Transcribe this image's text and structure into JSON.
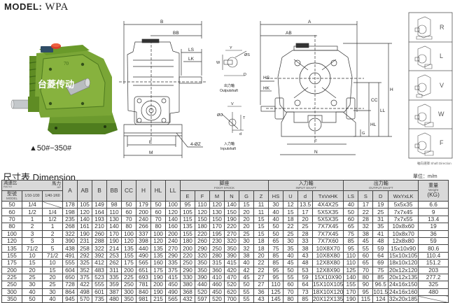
{
  "header": {
    "model_label": "MODEL:",
    "model_value": "WPA",
    "photo_watermark": "台菱传动",
    "range_label": "▲50#−350#"
  },
  "drawing": {
    "side_view_labels": [
      "B",
      "BB",
      "LS",
      "LK",
      "E",
      "M",
      "4-ØZ"
    ],
    "front_view_labels": [
      "A",
      "AB",
      "HS",
      "HK",
      "H",
      "CC",
      "LL",
      "HL",
      "G",
      "F",
      "N"
    ],
    "output_shaft": {
      "labels": [
        "Y",
        "W",
        "ØS",
        "D"
      ],
      "caption_zh": "出力軸",
      "caption_en": "Outputshaft"
    },
    "input_shaft": {
      "labels": [
        "V",
        "ØU",
        "T",
        "d"
      ],
      "caption_zh": "入力軸",
      "caption_en": "Inputshaft"
    },
    "shaft_direction": {
      "options": [
        "R",
        "L",
        "V",
        "W",
        "F"
      ],
      "caption": "軸向選擇  Shaft Direction"
    }
  },
  "dimension": {
    "title": "尺寸表  Dimension",
    "unit": "單位：m/m",
    "headers": {
      "ratio_zh": "減速比",
      "ratio_en": "RATIO",
      "hp_zh": "馬力",
      "hp_en": "HP",
      "model_zh": "型號",
      "model_en": "MODEL",
      "ratio_range_1": "1/10-1/30",
      "ratio_range_2": "1/40-1/60",
      "cols_main": [
        "A",
        "AB",
        "B",
        "BB",
        "CC",
        "H",
        "HL",
        "LL"
      ],
      "footstock_zh": "脚座",
      "footstock_en": "FOOT STOCK",
      "cols_foot": [
        "E",
        "F",
        "M",
        "N",
        "G",
        "Z"
      ],
      "input_zh": "入力軸",
      "input_en": "INPUT SHAFT",
      "cols_input": [
        "HS",
        "U",
        "d",
        "TxVxHK"
      ],
      "output_zh": "出力軸",
      "output_en": "OUTPUT SHAFT",
      "cols_output": [
        "LS",
        "S",
        "D",
        "WxYxLK"
      ],
      "weight_zh": "重量",
      "weight_en": "Weight",
      "weight_unit": "(KG)"
    },
    "rows": [
      [
        "50",
        "1/4",
        "",
        "178",
        "105",
        "149",
        "98",
        "50",
        "179",
        "50",
        "100",
        "95",
        "110",
        "120",
        "140",
        "15",
        "11",
        "30",
        "12",
        "13.5",
        "4X4X25",
        "40",
        "17",
        "19",
        "5x5x35",
        "6.6"
      ],
      [
        "60",
        "1/2",
        "1/4",
        "198",
        "120",
        "164",
        "110",
        "60",
        "200",
        "60",
        "120",
        "105",
        "120",
        "130",
        "150",
        "20",
        "11",
        "40",
        "15",
        "17",
        "5X5X35",
        "50",
        "22",
        "25",
        "7x7x45",
        "9"
      ],
      [
        "70",
        "1",
        "1/2",
        "235",
        "140",
        "193",
        "130",
        "70",
        "240",
        "70",
        "140",
        "115",
        "150",
        "150",
        "190",
        "20",
        "15",
        "40",
        "18",
        "20",
        "5X5X35",
        "60",
        "28",
        "31",
        "7x7x55",
        "13.4"
      ],
      [
        "80",
        "2",
        "1",
        "268",
        "161",
        "210",
        "140",
        "80",
        "266",
        "80",
        "160",
        "135",
        "180",
        "170",
        "220",
        "20",
        "15",
        "50",
        "22",
        "25",
        "7X7X45",
        "65",
        "32",
        "35",
        "10x8x60",
        "19"
      ],
      [
        "100",
        "3",
        "2",
        "322",
        "190",
        "260",
        "170",
        "100",
        "337",
        "100",
        "200",
        "155",
        "220",
        "195",
        "270",
        "25",
        "15",
        "50",
        "25",
        "28",
        "7X7X45",
        "75",
        "38",
        "41",
        "10x8x70",
        "36"
      ],
      [
        "120",
        "5",
        "3",
        "390",
        "231",
        "288",
        "190",
        "120",
        "398",
        "120",
        "240",
        "180",
        "260",
        "230",
        "320",
        "30",
        "18",
        "65",
        "30",
        "33",
        "7X7X60",
        "85",
        "45",
        "48",
        "12x8x80",
        "59"
      ],
      [
        "135",
        "71/2",
        "5",
        "438",
        "258",
        "322",
        "214",
        "135",
        "440",
        "135",
        "270",
        "200",
        "290",
        "250",
        "350",
        "32",
        "18",
        "75",
        "35",
        "38",
        "10X8X70",
        "95",
        "55",
        "59",
        "15x10x90",
        "80.6"
      ],
      [
        "155",
        "10",
        "71/2",
        "491",
        "292",
        "392",
        "253",
        "155",
        "490",
        "135",
        "290",
        "220",
        "320",
        "280",
        "390",
        "38",
        "20",
        "85",
        "40",
        "43",
        "10X8X80",
        "110",
        "60",
        "64",
        "15x10x105",
        "110.4"
      ],
      [
        "175",
        "15",
        "10",
        "555",
        "325",
        "412",
        "262",
        "175",
        "565",
        "160",
        "335",
        "250",
        "350",
        "315",
        "415",
        "40",
        "22",
        "85",
        "45",
        "48",
        "12X8X80",
        "110",
        "65",
        "69",
        "18x10x120",
        "151.2"
      ],
      [
        "200",
        "20",
        "15",
        "604",
        "352",
        "483",
        "311",
        "200",
        "651",
        "175",
        "375",
        "290",
        "350",
        "360",
        "420",
        "42",
        "22",
        "95",
        "50",
        "53",
        "12X8X90",
        "125",
        "70",
        "75",
        "20x12x120",
        "203"
      ],
      [
        "225",
        "25",
        "20",
        "650",
        "375",
        "523",
        "335",
        "225",
        "693",
        "190",
        "415",
        "330",
        "390",
        "410",
        "470",
        "45",
        "27",
        "95",
        "55",
        "59",
        "15X10X90",
        "140",
        "80",
        "85",
        "20x12x135",
        "277.2"
      ],
      [
        "250",
        "30",
        "25",
        "728",
        "422",
        "555",
        "359",
        "250",
        "781",
        "200",
        "450",
        "380",
        "440",
        "460",
        "520",
        "50",
        "27",
        "110",
        "60",
        "64",
        "15X10X105",
        "155",
        "90",
        "96.5",
        "24x16x150",
        "325"
      ],
      [
        "300",
        "40",
        "30",
        "864",
        "498",
        "601",
        "387",
        "300",
        "840",
        "190",
        "490",
        "368",
        "520",
        "450",
        "620",
        "55",
        "36",
        "125",
        "70",
        "73",
        "18X10X120",
        "170",
        "95",
        "101.5",
        "24x16x160",
        "480"
      ],
      [
        "350",
        "50",
        "40",
        "945",
        "570",
        "735",
        "480",
        "350",
        "981",
        "215",
        "565",
        "432",
        "597",
        "520",
        "700",
        "55",
        "43",
        "145",
        "80",
        "85",
        "20X12X135",
        "190",
        "115",
        "124",
        "32x20x185",
        ""
      ]
    ]
  },
  "colors": {
    "gearbox_green": "#6b9a2c",
    "gearbox_dark": "#3f6a18",
    "cap_orange": "#e0452a",
    "header_gray": "#d9d9d9",
    "line": "#444444"
  }
}
